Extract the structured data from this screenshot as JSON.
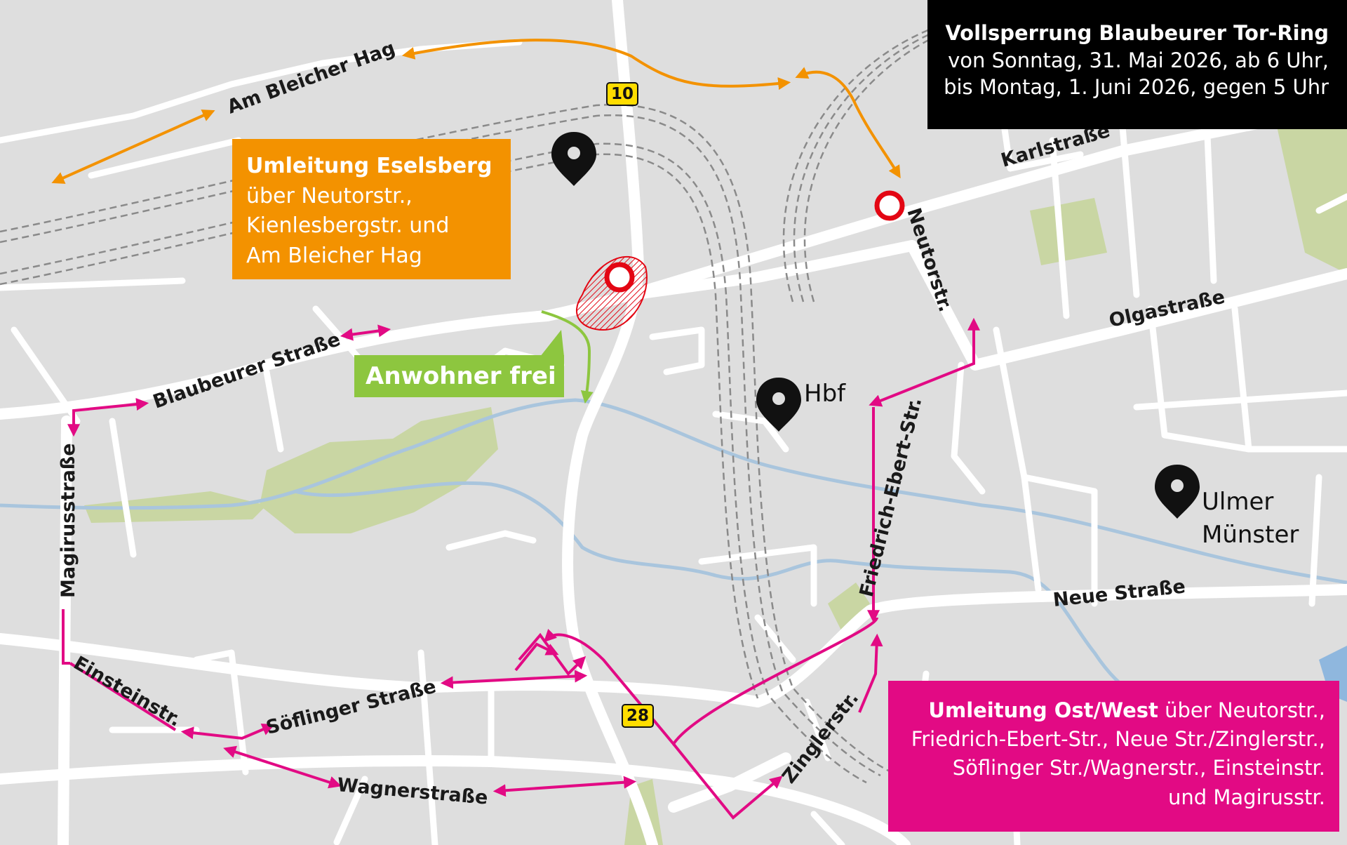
{
  "info": {
    "title": "Vollsperrung Blaubeurer Tor-Ring",
    "line1": "von Sonntag, 31. Mai 2026, ab 6 Uhr,",
    "line2": "bis Montag, 1. Juni 2026, gegen 5 Uhr"
  },
  "detour_eselsberg": {
    "title": "Umleitung Eselsberg",
    "line1": "über Neutorstr.,",
    "line2": "Kienlesbergstr. und",
    "line3": "Am Bleicher Hag"
  },
  "detour_ostwest": {
    "title": "Umleitung Ost/West",
    "title_suffix": " über Neutorstr.,",
    "line2": "Friedrich-Ebert-Str., Neue Str./Zinglerstr.,",
    "line3": "Söflinger Str./Wagnerstr., Einsteinstr.",
    "line4": "und Magirusstr."
  },
  "anwohner": "Anwohner frei",
  "pins": {
    "hbf": "Hbf",
    "muenster_line1": "Ulmer",
    "muenster_line2": "Münster"
  },
  "route_shields": [
    "10",
    "28"
  ],
  "streets": {
    "am_bleicher_hag": "Am Bleicher Hag",
    "karlstrasse": "Karlstraße",
    "neutorstr": "Neutorstr.",
    "olgastrasse": "Olgastraße",
    "blaubeurer_strasse": "Blaubeurer Straße",
    "magirusstrasse": "Magirusstraße",
    "friedrich_ebert_str": "Friedrich-Ebert-Str.",
    "neue_strasse": "Neue Straße",
    "einsteinstr": "Einsteinstr.",
    "soeflinger_strasse": "Söflinger Straße",
    "wagnerstrasse": "Wagnerstraße",
    "zinglerstr": "Zinglerstr."
  },
  "colors": {
    "background": "#dedede",
    "road": "#ffffff",
    "park": "#c9d6a3",
    "river": "#a9c5dd",
    "water": "#8fb7de",
    "rail": "#8a8a8a",
    "detour_orange": "#f39200",
    "detour_magenta": "#e20a84",
    "resident_green": "#8dc63f",
    "closure_red": "#e30613",
    "info_box": "#000000"
  },
  "icons": [
    "map-pin-icon",
    "road-closed-icon",
    "route-shield-icon",
    "arrow-icon"
  ]
}
